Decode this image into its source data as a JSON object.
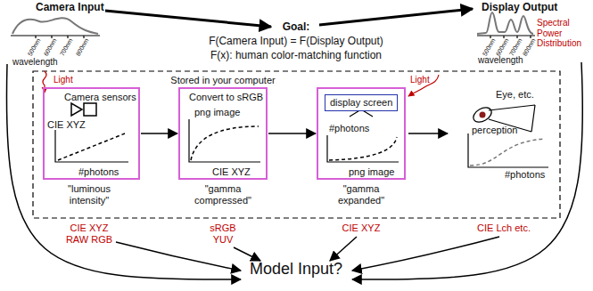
{
  "diagram": {
    "nodes": [
      {
        "text": [
          "Camera sensors",
          "CIE XYZ",
          "#photons"
        ]
      },
      {
        "text": [
          "Convert to sRGB",
          "png image",
          "CIE XYZ"
        ]
      },
      {
        "text": [
          "#photons",
          "png image"
        ]
      },
      {
        "text": [
          "display screen"
        ],
        "in": 2
      }
    ],
    "edges": [
      {
        "from": 0,
        "to": 1,
        "arrow": "to"
      },
      {
        "from": 1,
        "to": 2,
        "arrow": "to"
      }
    ],
    "labels": [
      "Camera Input",
      "500nm",
      "600nm",
      "700nm",
      "800nm",
      "wavelength",
      "Goal:",
      "F(Camera Input) = F(Display Output)",
      "F(x): human color-matching function",
      "Display Output",
      "500nm",
      "600nm",
      "700nm",
      "800nm",
      "wavelength",
      "Spectral Power Distribution",
      "Light",
      "Stored in your computer",
      "Light",
      "Eye, etc.",
      "perception",
      "#photons",
      "\"luminous intensity\"",
      "\"gamma compressed\"",
      "\"gamma expanded\"",
      "CIE XYZ",
      "RAW RGB",
      "sRGB",
      "YUV",
      "CIE XYZ",
      "CIE Lch etc.",
      "Model Input?"
    ]
  }
}
